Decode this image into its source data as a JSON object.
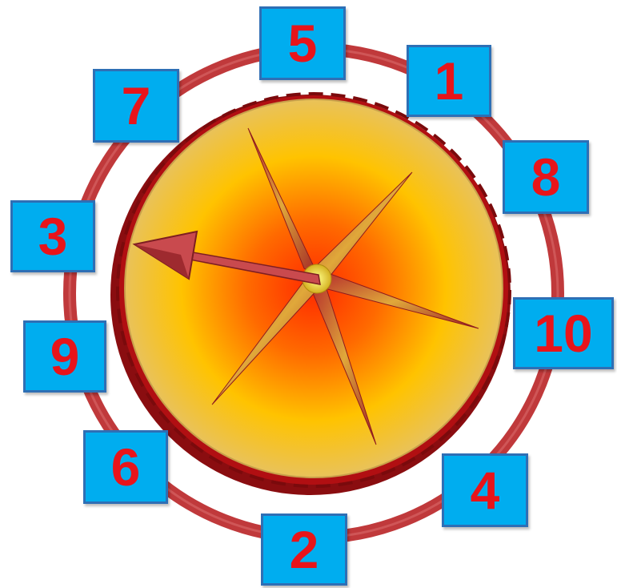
{
  "tiles": [
    {
      "label": "5"
    },
    {
      "label": "1"
    },
    {
      "label": "8"
    },
    {
      "label": "10"
    },
    {
      "label": "4"
    },
    {
      "label": "2"
    },
    {
      "label": "6"
    },
    {
      "label": "9"
    },
    {
      "label": "3"
    },
    {
      "label": "7"
    }
  ],
  "colors": {
    "tile_fill": "#00adef",
    "tile_border": "#2e6fb5",
    "number_text": "#e8141a",
    "outer_ring": "#c0393b",
    "disc_rim": "#b10f12",
    "disc_center": "#ff2a00",
    "disc_mid": "#ffc300",
    "disc_edge": "#e9c25a",
    "pointer": "#c94a4e",
    "star_hub": "#e8e84a"
  },
  "icons": {
    "pointer": "arrow-pointer-icon",
    "star": "compass-star-icon"
  }
}
